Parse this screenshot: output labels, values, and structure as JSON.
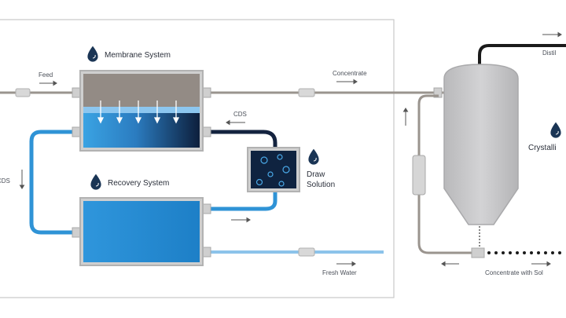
{
  "systems": {
    "membrane": "Membrane System",
    "recovery": "Recovery System",
    "draw": [
      "Draw",
      "Solution"
    ],
    "crystallizer": "Crystalli"
  },
  "flows": {
    "feed": "Feed",
    "concentrate": "Concentrate",
    "cds": "CDS",
    "cds_side": "CDS",
    "fresh_water": "Fresh Water",
    "concentrate_solids": "Concentrate with Sol",
    "distillate": "Distil"
  },
  "colors": {
    "pipe_gray": "#9a948e",
    "pipe_blue": "#2f93d6",
    "pipe_navy": "#14233f",
    "tank_blue": "#2b8fd6",
    "tank_navy": "#0f2340",
    "vessel_gray": "#c4c4c6",
    "icon_navy": "#1a3555"
  },
  "icons": [
    "droplet-icon"
  ]
}
